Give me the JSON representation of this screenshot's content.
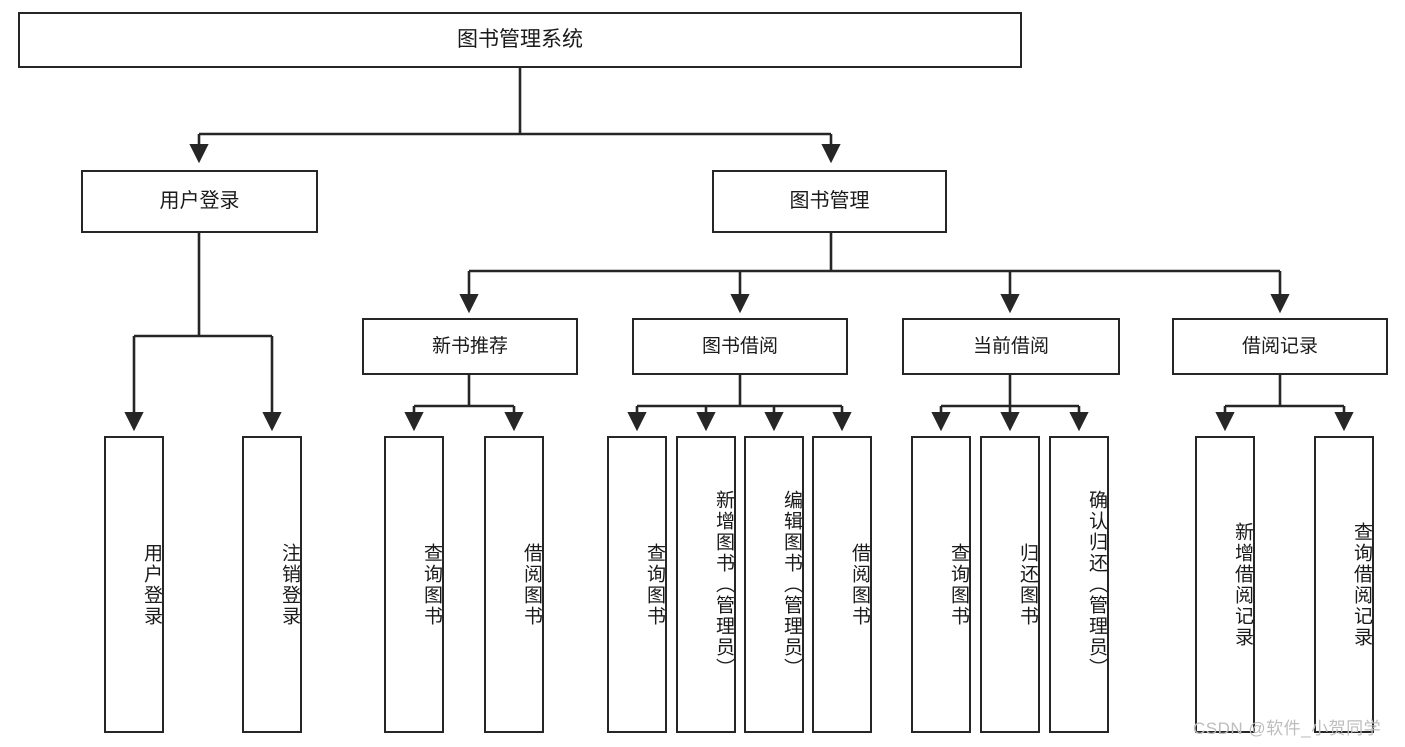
{
  "diagram": {
    "title": "图书管理系统",
    "type": "functional-structure-tree",
    "watermark": "CSDN @软件_小贺同学",
    "colors": {
      "stroke": "#262626",
      "fill": "#ffffff",
      "text": "#1a1a1a",
      "watermark": "#bdbdbd"
    },
    "root": {
      "label": "图书管理系统"
    },
    "level2": [
      {
        "id": "user-login",
        "label": "用户登录"
      },
      {
        "id": "book-manage",
        "label": "图书管理"
      }
    ],
    "level3": [
      {
        "id": "new-book-recommend",
        "label": "新书推荐"
      },
      {
        "id": "book-borrow",
        "label": "图书借阅"
      },
      {
        "id": "current-borrow",
        "label": "当前借阅"
      },
      {
        "id": "borrow-record",
        "label": "借阅记录"
      }
    ],
    "leaves": {
      "user_login": [
        {
          "id": "leaf-user-login",
          "label": "用户登录"
        },
        {
          "id": "leaf-logout-login",
          "label": "注销登录"
        }
      ],
      "new_book_recommend": [
        {
          "id": "leaf-query-book-1",
          "label": "查询图书"
        },
        {
          "id": "leaf-borrow-book-1",
          "label": "借阅图书"
        }
      ],
      "book_borrow": [
        {
          "id": "leaf-query-book-2",
          "label": "查询图书"
        },
        {
          "id": "leaf-add-book",
          "label": "新增图书（管理员）"
        },
        {
          "id": "leaf-edit-book",
          "label": "编辑图书（管理员）"
        },
        {
          "id": "leaf-borrow-book-2",
          "label": "借阅图书"
        }
      ],
      "current_borrow": [
        {
          "id": "leaf-query-book-3",
          "label": "查询图书"
        },
        {
          "id": "leaf-return-book",
          "label": "归还图书"
        },
        {
          "id": "leaf-confirm-return",
          "label": "确认归还（管理员）"
        }
      ],
      "borrow_record": [
        {
          "id": "leaf-add-record",
          "label": "新增借阅记录"
        },
        {
          "id": "leaf-query-record",
          "label": "查询借阅记录"
        }
      ]
    }
  }
}
